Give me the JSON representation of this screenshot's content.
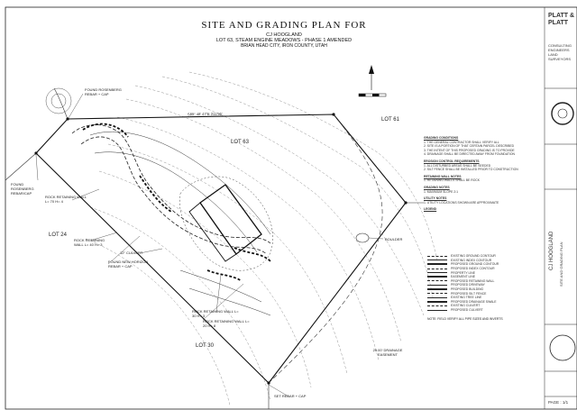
{
  "header": {
    "title": "SITE AND GRADING PLAN FOR",
    "owner": "CJ HOOGLAND",
    "lot_line": "LOT 63, STEAM ENGINE MEADOWS - PHASE 1 AMENDED",
    "location": "BRIAN HEAD CITY, IRON COUNTY, UTAH"
  },
  "lots": {
    "lot63": "LOT 63",
    "lot61": "LOT 61",
    "lot24": "LOT 24",
    "lot30": "LOT 30"
  },
  "labels": {
    "found_rebar": "FOUND ROSENBERG REBAR + CAP",
    "found_rebar2": "FOUND ROSENBERG REBAR/CAP",
    "rock_wall_1": "ROCK RETAINING WALL L= 70 H= 4",
    "rock_wall_2": "ROCK RETAINING WALL L= 40 H= 3",
    "culvert": "12\" CULVERT",
    "found_new_horizon": "FOUND NEW HORIZON REBAR + CAP",
    "rock_wall_3": "ROCK RETAINING WALL L= 30 H= 3",
    "rock_wall_4": "ROCK RETAINING WALL L= 20 H= 8",
    "boulder": "BOULDER",
    "drainage": "20.00' DRAINAGE EASEMENT",
    "set_rebar": "SET REBAR + CAP",
    "bearing": "S89° 48' 47\"E 211.56'"
  },
  "notes": {
    "h1": "GRADING CONDITIONS",
    "n1": "1. THE GENERAL CONTRACTOR SHALL VERIFY ALL",
    "n2": "2. SITE IS A PORTION OF THAT CERTAIN PARCEL DESCRIBED",
    "n3": "3. THE INTENT OF THIS PROPOSED GRADING IS TO PROVIDE",
    "n4": "4. DRAINAGE SHALL BE DIRECTED AWAY FROM FOUNDATION",
    "h2": "EROSION CONTROL REQUIREMENTS",
    "n5": "1. ALL DISTURBED AREAS SHALL BE SEEDED",
    "n6": "2. SILT FENCE SHALL BE INSTALLED PRIOR TO CONSTRUCTION",
    "h3": "RETAINING WALL NOTES",
    "n7": "1. RETAINING WALLS SHALL BE ROCK",
    "h4": "GRADING NOTES",
    "n8": "1. MAXIMUM SLOPE 2:1",
    "h5": "UTILITY NOTES",
    "n9": "1. UTILITY LOCATIONS SHOWN ARE APPROXIMATE",
    "h6": "LEGEND",
    "foot": "NOTE: FIELD VERIFY ALL PIPE SIZES AND INVERTS"
  },
  "legend": [
    "EXISTING GROUND CONTOUR",
    "EXISTING INDEX CONTOUR",
    "PROPOSED GROUND CONTOUR",
    "PROPOSED INDEX CONTOUR",
    "PROPERTY LINE",
    "EASEMENT LINE",
    "PROPOSED RETAINING WALL",
    "PROPOSED DRIVEWAY",
    "PROPOSED BUILDING",
    "PROPOSED SILT FENCE",
    "EXISTING TREE LINE",
    "PROPOSED DRAINAGE SWALE",
    "EXISTING CULVERT",
    "PROPOSED CULVERT"
  ],
  "title_block": {
    "firm": "PLATT & PLATT",
    "firm2": "CONSULTING ENGINEERS LAND SURVEYORS",
    "project_owner": "CJ HOOGLAND",
    "project_line": "SITE AND GRADING PLAN",
    "page": "PAGE : 1/1"
  }
}
